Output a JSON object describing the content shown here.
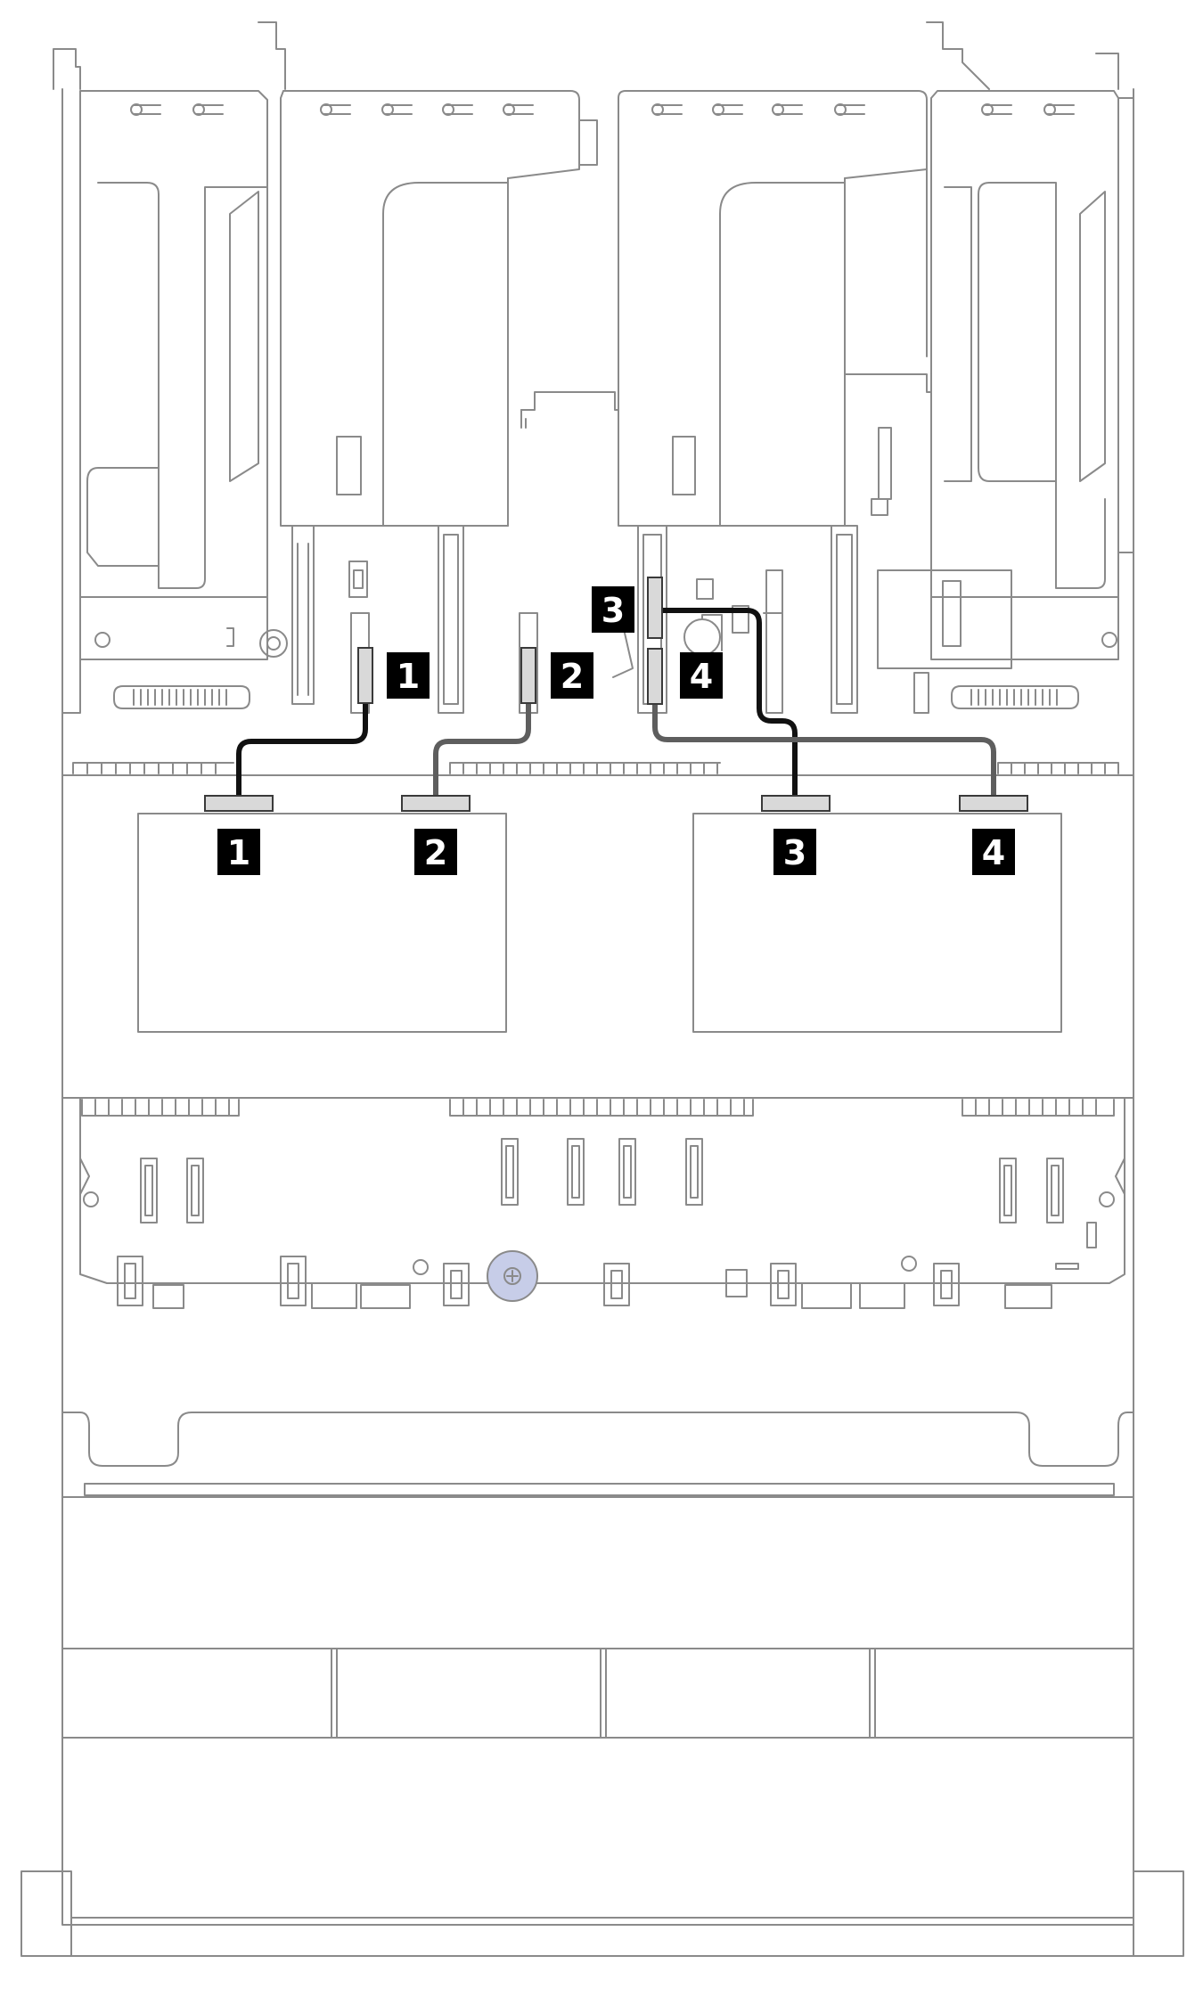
{
  "diagram": {
    "callouts": [
      {
        "id": "1",
        "label": "1"
      },
      {
        "id": "2",
        "label": "2"
      },
      {
        "id": "3",
        "label": "3"
      },
      {
        "id": "4",
        "label": "4"
      }
    ],
    "colors": {
      "cable_primary": "#111111",
      "cable_secondary": "#5e5e5e",
      "connector_fill": "#d9d9d9",
      "callout_background": "#000000",
      "callout_text": "#ffffff",
      "outline": "#8a8a8a",
      "fan_accent": "#c7cde8"
    },
    "icons": [
      "chassis-outline",
      "riser-card",
      "pcie-slot",
      "cable",
      "raid-adapter",
      "fan-hub",
      "release-latch"
    ]
  }
}
